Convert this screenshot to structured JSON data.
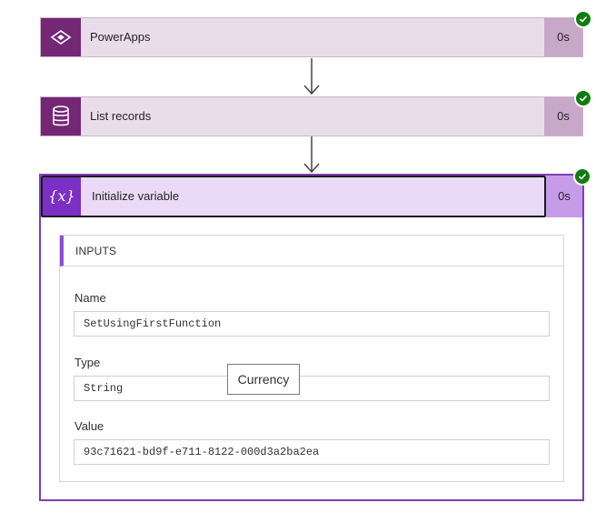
{
  "flow": {
    "steps": [
      {
        "title": "PowerApps",
        "duration": "0s",
        "icon": "powerapps-icon",
        "status": "succeeded"
      },
      {
        "title": "List records",
        "duration": "0s",
        "icon": "database-icon",
        "status": "succeeded"
      }
    ],
    "expanded_step": {
      "title": "Initialize variable",
      "duration": "0s",
      "icon": "variable-icon",
      "status": "succeeded",
      "inputs": {
        "header": "INPUTS",
        "fields": [
          {
            "label": "Name",
            "value": "SetUsingFirstFunction"
          },
          {
            "label": "Type",
            "value": "String"
          },
          {
            "label": "Value",
            "value": "93c71621-bd9f-e711-8122-000d3a2ba2ea"
          }
        ]
      },
      "tooltip": "Currency"
    }
  },
  "colors": {
    "step_icon_bg": "#742774",
    "step_body_bg": "#e9dde9",
    "variable_icon_bg": "#7b2fc4",
    "success": "#107c10"
  }
}
